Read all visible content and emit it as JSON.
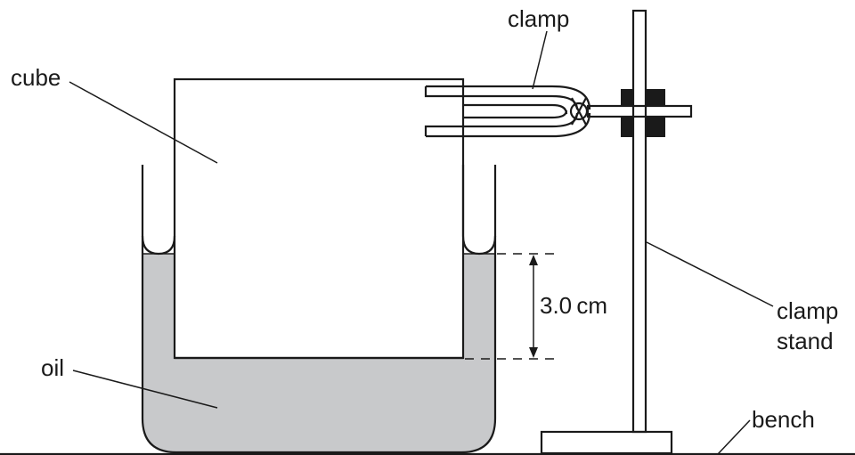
{
  "labels": {
    "clamp": "clamp",
    "cube": "cube",
    "measurement": "3.0 cm",
    "clamp_stand_line1": "clamp",
    "clamp_stand_line2": "stand",
    "oil": "oil",
    "bench": "bench"
  },
  "colors": {
    "oil": "#c8c9cb",
    "line": "#1a1a1a",
    "boss": "#1a1a1a",
    "background": "#ffffff"
  }
}
